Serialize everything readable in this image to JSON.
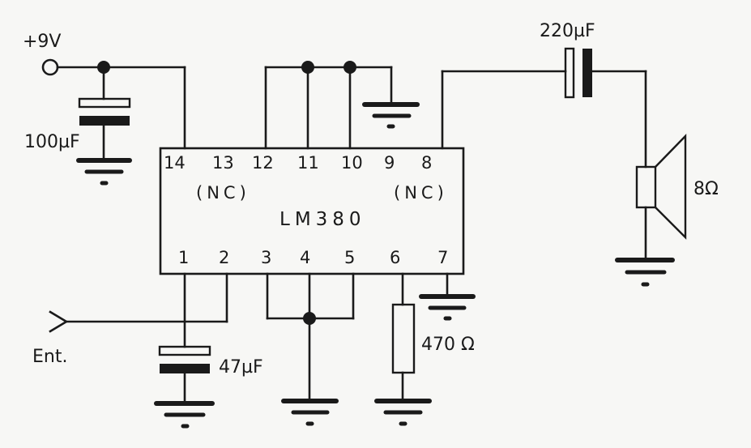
{
  "labels": {
    "supply": "+9V",
    "input": "Ent.",
    "chip": "LM380",
    "c_supply": "100µF",
    "c_input": "47µF",
    "c_output": "220µF",
    "resistor": "470 Ω",
    "speaker": "8Ω"
  },
  "pins_top": [
    "14",
    "13",
    "12",
    "11",
    "10",
    "9",
    "8"
  ],
  "pins_bottom": [
    "1",
    "2",
    "3",
    "4",
    "5",
    "6",
    "7"
  ],
  "nc_left": "(NC)",
  "nc_right": "(NC)"
}
